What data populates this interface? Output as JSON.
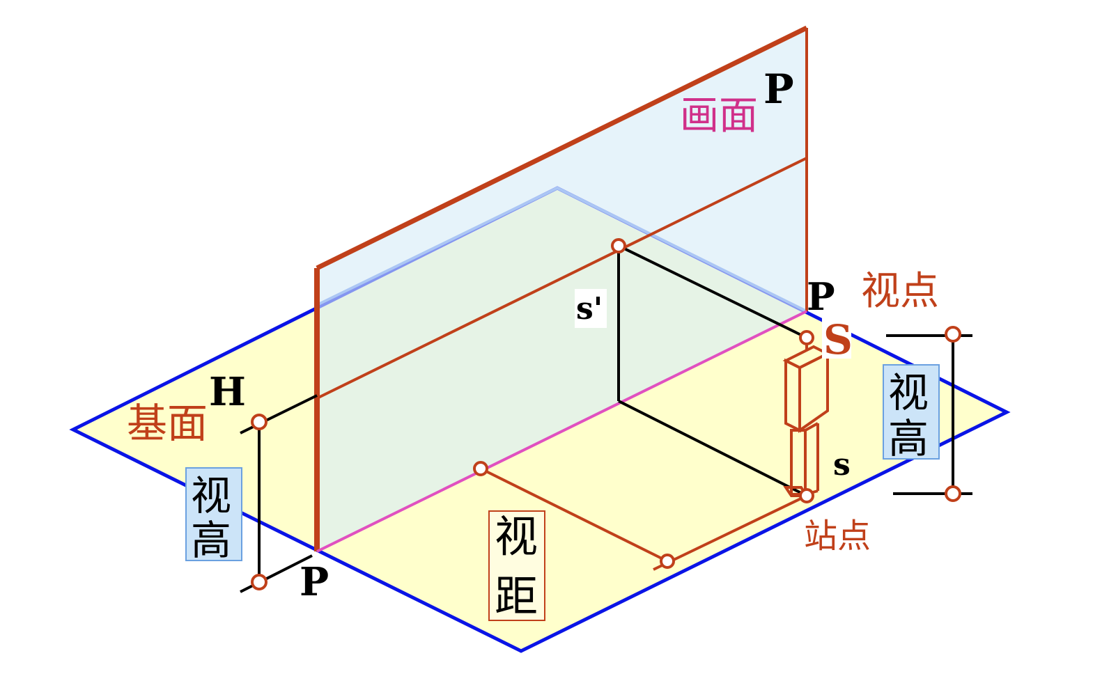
{
  "colors": {
    "ground_fill": "#ffffcc",
    "ground_edge": "#0a14e6",
    "picture_fill": "#ddeef8",
    "picture_edge": "#c0401a",
    "ground_line": "#e060c0",
    "label_red": "#c0401a",
    "label_magenta": "#d0308a",
    "box_fill": "#cce4f8",
    "box_edge": "#6aa0e0"
  },
  "labels": {
    "picture_plane": "画面",
    "picture_P_top": "P",
    "picture_P_mid": "P",
    "picture_P_bottom": "P",
    "ground_plane": "基面",
    "horizon": "H",
    "viewpoint": "视点",
    "viewpoint_S": "S",
    "station_point": "站点",
    "station_s": "s",
    "s_prime": "s'",
    "eye_height_left": "视高",
    "eye_height_right": "视高",
    "view_distance": "视距"
  }
}
